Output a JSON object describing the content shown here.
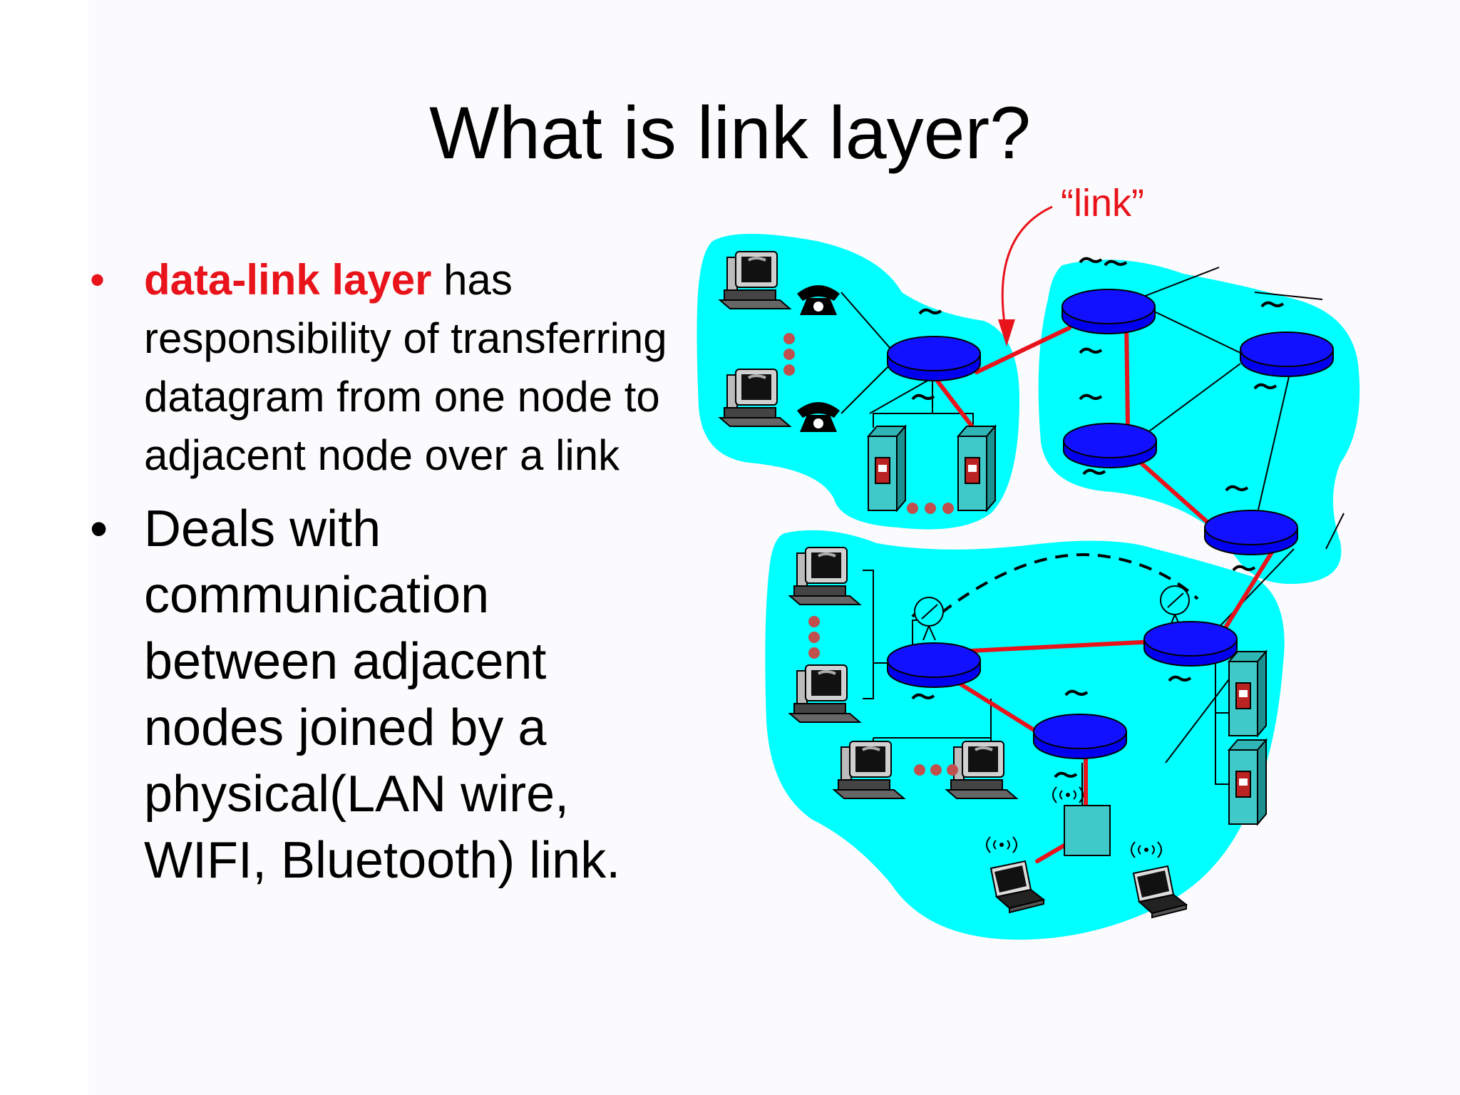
{
  "slide": {
    "title": "What is link layer?",
    "bullet1": {
      "highlight": "data-link layer",
      "rest": " has responsibility of transferring datagram from one node to adjacent node over a link"
    },
    "bullet2": {
      "text": "Deals with communication between adjacent nodes joined by a physical(LAN wire, WIFI, Bluetooth) link."
    }
  },
  "diagram": {
    "link_label": "“link”",
    "colors": {
      "network_fill": "#00ffff",
      "router": "#0000ff",
      "link_highlight": "#e8131b",
      "server": "#3cc5c5"
    }
  }
}
